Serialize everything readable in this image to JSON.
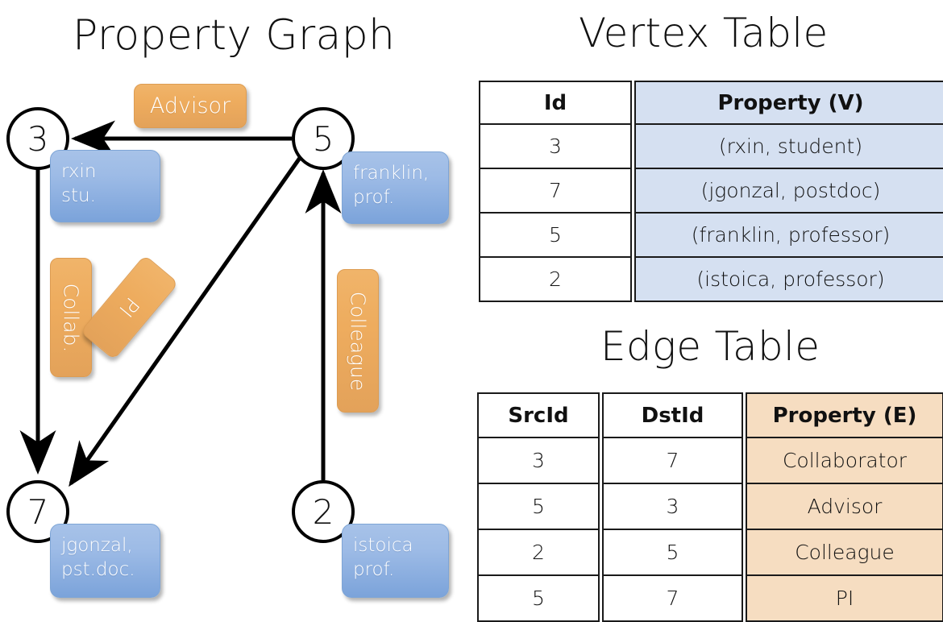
{
  "titles": {
    "property_graph": "Property Graph",
    "vertex_table": "Vertex Table",
    "edge_table": "Edge Table"
  },
  "graph": {
    "vertices": [
      {
        "id": "3",
        "name": "rxin",
        "role": "stu.",
        "lines": [
          "rxin",
          "stu."
        ]
      },
      {
        "id": "5",
        "name": "franklin",
        "role": "prof.",
        "lines": [
          "franklin,",
          "prof."
        ]
      },
      {
        "id": "7",
        "name": "jgonzal",
        "role": "pst.doc.",
        "lines": [
          "jgonzal,",
          "pst.doc."
        ]
      },
      {
        "id": "2",
        "name": "istoica",
        "role": "prof.",
        "lines": [
          "istoica",
          "prof."
        ]
      }
    ],
    "edge_labels": {
      "advisor": "Advisor",
      "collab": "Collab.",
      "pi": "PI",
      "colleague": "Colleague"
    }
  },
  "vertex_table": {
    "headers": [
      "Id",
      "Property (V)"
    ],
    "rows": [
      {
        "id": "3",
        "property": "(rxin, student)"
      },
      {
        "id": "7",
        "property": "(jgonzal, postdoc)"
      },
      {
        "id": "5",
        "property": "(franklin, professor)"
      },
      {
        "id": "2",
        "property": "(istoica, professor)"
      }
    ]
  },
  "edge_table": {
    "headers": [
      "SrcId",
      "DstId",
      "Property (E)"
    ],
    "rows": [
      {
        "src": "3",
        "dst": "7",
        "property": "Collaborator"
      },
      {
        "src": "5",
        "dst": "3",
        "property": "Advisor"
      },
      {
        "src": "2",
        "dst": "5",
        "property": "Colleague"
      },
      {
        "src": "5",
        "dst": "7",
        "property": "PI"
      }
    ]
  },
  "colors": {
    "vertex_box": "#9dbbe6",
    "edge_label_box": "#eeac5e",
    "vertex_table_cell": "#d5e0f1",
    "edge_table_cell": "#f6ddc1",
    "stroke": "#000000"
  }
}
